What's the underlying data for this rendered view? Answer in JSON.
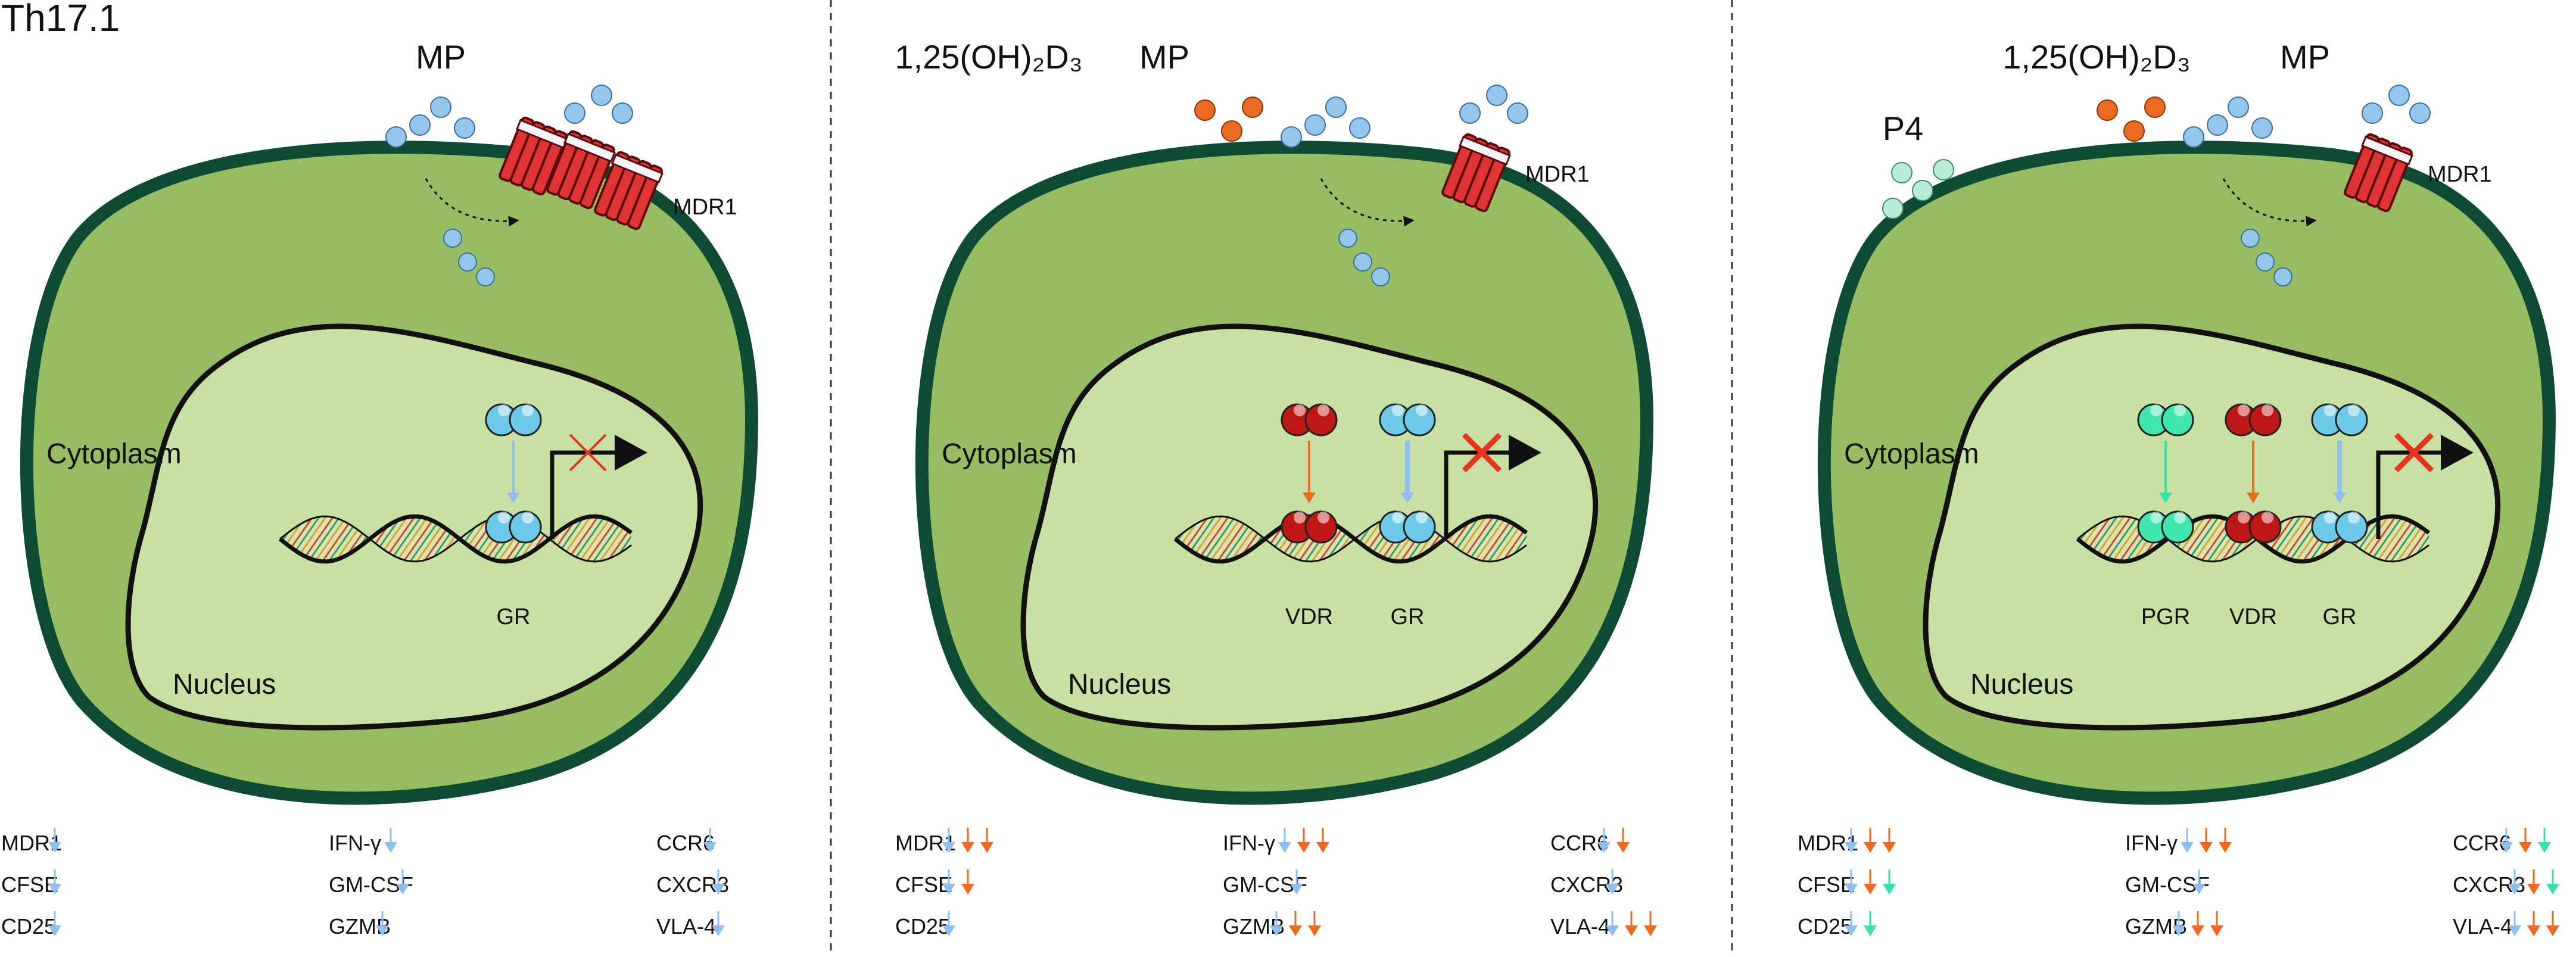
{
  "figure_label": "Th17.1",
  "colors": {
    "cell_fill": "#97bd62",
    "cell_border": "#0f4a34",
    "nucleus_fill": "#c7e0a3",
    "mp": "#93c5ee",
    "vitd": "#ed6a22",
    "p4": "#b9ecd6",
    "gr_receptor": "#6ec9e8",
    "vdr_receptor": "#c01616",
    "pgr_receptor": "#3fe6ad",
    "mdr1": "#e03434",
    "blocked_cross": "#e8321c",
    "arrow_mp": "#8ebff0",
    "arrow_vitd": "#ef6a1c",
    "arrow_p4": "#34e3a6"
  },
  "panels": [
    {
      "drugs": [
        {
          "name": "MP"
        }
      ],
      "transporter": "MDR1",
      "compartments": {
        "cytoplasm": "Cytoplasm",
        "nucleus": "Nucleus"
      },
      "receptors": [
        "GR"
      ],
      "markers": [
        {
          "name": "MDR1",
          "arrows": [
            "mp"
          ]
        },
        {
          "name": "CFSE",
          "arrows": [
            "mp"
          ]
        },
        {
          "name": "CD25",
          "arrows": [
            "mp"
          ]
        },
        {
          "name": "IFN-γ",
          "arrows": [
            "mp"
          ]
        },
        {
          "name": "GM-CSF",
          "arrows": [
            "mp"
          ]
        },
        {
          "name": "GZMB",
          "arrows": [
            "mp"
          ]
        },
        {
          "name": "CCR6",
          "arrows": [
            "mp"
          ]
        },
        {
          "name": "CXCR3",
          "arrows": [
            "mp"
          ]
        },
        {
          "name": "VLA-4",
          "arrows": [
            "mp"
          ]
        }
      ]
    },
    {
      "drugs": [
        {
          "name": "1,25(OH)₂D₃"
        },
        {
          "name": "MP"
        }
      ],
      "transporter": "MDR1",
      "compartments": {
        "cytoplasm": "Cytoplasm",
        "nucleus": "Nucleus"
      },
      "receptors": [
        "VDR",
        "GR"
      ],
      "markers": [
        {
          "name": "MDR1",
          "arrows": [
            "mp",
            "vitd",
            "vitd"
          ]
        },
        {
          "name": "CFSE",
          "arrows": [
            "mp",
            "vitd"
          ]
        },
        {
          "name": "CD25",
          "arrows": [
            "mp"
          ]
        },
        {
          "name": "IFN-γ",
          "arrows": [
            "mp",
            "vitd",
            "vitd"
          ]
        },
        {
          "name": "GM-CSF",
          "arrows": [
            "mp"
          ]
        },
        {
          "name": "GZMB",
          "arrows": [
            "mp",
            "vitd",
            "vitd"
          ]
        },
        {
          "name": "CCR6",
          "arrows": [
            "mp",
            "vitd"
          ]
        },
        {
          "name": "CXCR3",
          "arrows": [
            "mp"
          ]
        },
        {
          "name": "VLA-4",
          "arrows": [
            "mp",
            "vitd",
            "vitd"
          ]
        }
      ]
    },
    {
      "drugs": [
        {
          "name": "P4"
        },
        {
          "name": "1,25(OH)₂D₃"
        },
        {
          "name": "MP"
        }
      ],
      "transporter": "MDR1",
      "compartments": {
        "cytoplasm": "Cytoplasm",
        "nucleus": "Nucleus"
      },
      "receptors": [
        "PGR",
        "VDR",
        "GR"
      ],
      "markers": [
        {
          "name": "MDR1",
          "arrows": [
            "mp",
            "vitd",
            "vitd"
          ]
        },
        {
          "name": "CFSE",
          "arrows": [
            "mp",
            "vitd",
            "p4"
          ]
        },
        {
          "name": "CD25",
          "arrows": [
            "mp",
            "p4"
          ]
        },
        {
          "name": "IFN-γ",
          "arrows": [
            "mp",
            "vitd",
            "vitd"
          ]
        },
        {
          "name": "GM-CSF",
          "arrows": [
            "mp"
          ]
        },
        {
          "name": "GZMB",
          "arrows": [
            "mp",
            "vitd",
            "vitd"
          ]
        },
        {
          "name": "CCR6",
          "arrows": [
            "mp",
            "vitd",
            "p4"
          ]
        },
        {
          "name": "CXCR3",
          "arrows": [
            "mp",
            "vitd",
            "p4"
          ]
        },
        {
          "name": "VLA-4",
          "arrows": [
            "mp",
            "vitd",
            "vitd"
          ]
        }
      ]
    }
  ]
}
